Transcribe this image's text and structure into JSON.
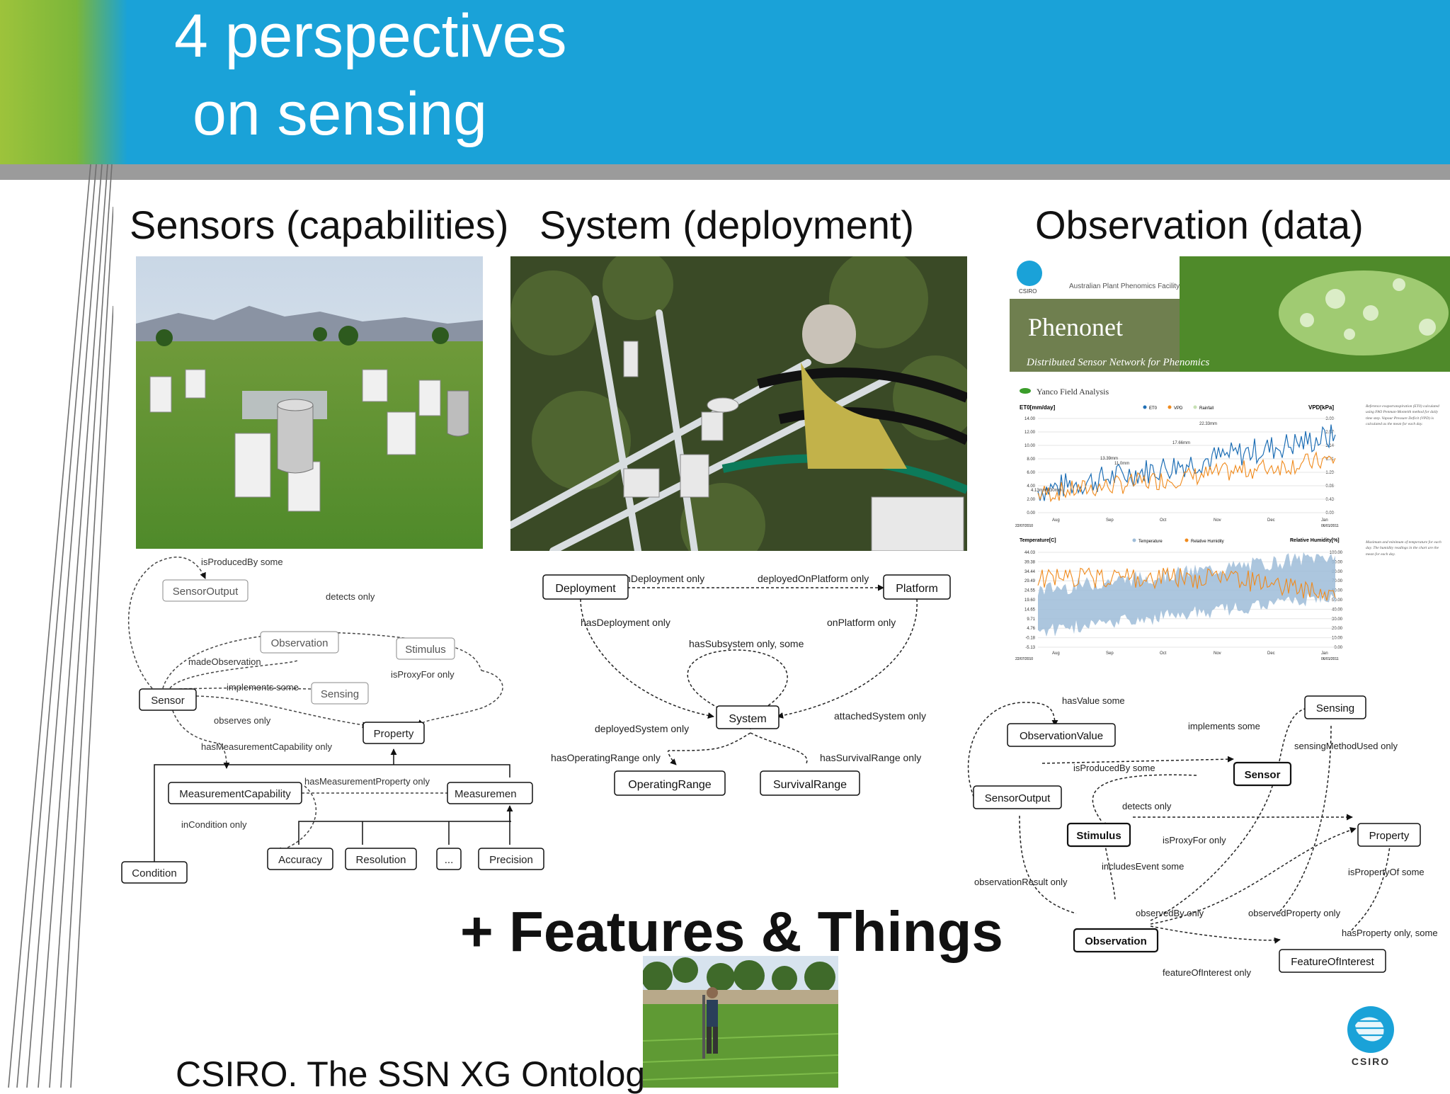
{
  "slide": {
    "title_line1": "4 perspectives",
    "title_line2": "on sensing",
    "features_text": "+ Features & Things",
    "footer_text": "CSIRO. The SSN XG Ontolog"
  },
  "sections": {
    "sensors": "Sensors (capabilities)",
    "system": "System (deployment)",
    "observation": "Observation (data)"
  },
  "colors": {
    "header_blue": "#1aa2d8",
    "header_green": "#8dc03a",
    "band_grey": "#9b9b9b",
    "series_blue": "#1f6fb5",
    "series_orange": "#f08a1c"
  },
  "phenonet": {
    "brand_small": "CSIRO",
    "facility": "Australian Plant Phenomics Facility",
    "title": "Phenonet",
    "subtitle": "Distributed Sensor Network for Phenomics",
    "section": "Yanco Field Analysis",
    "chart1_left_axis": "ET0[mm/day]",
    "chart1_right_axis": "VPD[kPa]",
    "chart1_legend": [
      "ET0",
      "VPD",
      "Rainfall"
    ],
    "chart1_y_ticks": [
      "14.00",
      "12.00",
      "10.00",
      "8.00",
      "6.00",
      "4.00",
      "2.00",
      "0.00"
    ],
    "chart1_right_ticks": [
      "3.00",
      "2.57",
      "2.14",
      "1.71",
      "1.29",
      "0.86",
      "0.43",
      "0.00"
    ],
    "chart1_annotations": [
      "22.33mm",
      "17.66mm",
      "13.39mm",
      "11.0mm",
      "4.13mm",
      "5.30mm",
      "5.30mm"
    ],
    "chart2_left_axis": "Temperature[C]",
    "chart2_right_axis": "Relative Humidity[%]",
    "chart2_legend": [
      "Temperature",
      "Relative Humidity"
    ],
    "chart2_y_ticks": [
      "44.03",
      "39.38",
      "34.44",
      "29.49",
      "24.55",
      "19.60",
      "14.65",
      "9.71",
      "4.76",
      "-0.18",
      "-5.13"
    ],
    "chart2_right_ticks": [
      "100.00",
      "90.00",
      "80.00",
      "70.00",
      "60.00",
      "50.00",
      "40.00",
      "30.00",
      "20.00",
      "10.00",
      "0.00"
    ],
    "months": [
      "Aug",
      "Sep",
      "Oct",
      "Nov",
      "Dec",
      "Jan"
    ],
    "date_start": "22/07/2010",
    "date_end": "06/01/2011",
    "side_note1": "Reference evapotranspiration (ET0) calculated using FAO Penman-Monteith method for daily time step. Vapour Pressure Deficit (VPD) is calculated as the mean for each day.",
    "side_note2": "Maximum and minimum of temperature for each day. The humidity readings in the chart are the mean for each day."
  },
  "diagram_sensor": {
    "nodes": {
      "sensor_output": "SensorOutput",
      "observation": "Observation",
      "stimulus": "Stimulus",
      "sensor": "Sensor",
      "sensing": "Sensing",
      "property": "Property",
      "measurement_capability": "MeasurementCapability",
      "measurement": "Measuremen",
      "condition": "Condition",
      "accuracy": "Accuracy",
      "resolution": "Resolution",
      "ellipsis": "...",
      "precision": "Precision"
    },
    "edges": {
      "is_produced_by": "isProducedBy some",
      "detects": "detects only",
      "made_observation": "madeObservation",
      "is_proxy_for": "isProxyFor only",
      "implements": "implements some",
      "observes": "observes only",
      "has_measurement_capability": "hasMeasurementCapability only",
      "has_measurement_property": "hasMeasurementProperty only",
      "in_condition": "inCondition only"
    }
  },
  "diagram_system": {
    "nodes": {
      "deployment": "Deployment",
      "platform": "Platform",
      "system": "System",
      "operating_range": "OperatingRange",
      "survival_range": "SurvivalRange"
    },
    "edges": {
      "in_deployment": "inDeployment only",
      "deployed_on_platform": "deployedOnPlatform only",
      "has_deployment": "hasDeployment only",
      "on_platform": "onPlatform only",
      "has_subsystem": "hasSubsystem only, some",
      "deployed_system": "deployedSystem only",
      "attached_system": "attachedSystem only",
      "has_operating_range": "hasOperatingRange only",
      "has_survival_range": "hasSurvivalRange only"
    }
  },
  "diagram_observation": {
    "nodes": {
      "observation_value": "ObservationValue",
      "sensing": "Sensing",
      "sensor": "Sensor",
      "sensor_output": "SensorOutput",
      "stimulus": "Stimulus",
      "property": "Property",
      "observation": "Observation",
      "feature_of_interest": "FeatureOfInterest"
    },
    "edges": {
      "has_value": "hasValue some",
      "implements": "implements some",
      "sensing_method_used": "sensingMethodUsed only",
      "is_produced_by": "isProducedBy some",
      "detects": "detects only",
      "is_proxy_for": "isProxyFor only",
      "includes_event": "includesEvent some",
      "is_property_of": "isPropertyOf some",
      "observation_result": "observationResult only",
      "observed_by": "observedBy only",
      "observed_property": "observedProperty only",
      "has_property": "hasProperty only, some",
      "feature_of_interest": "featureOfInterest only"
    }
  },
  "logo": {
    "text": "CSIRO"
  }
}
